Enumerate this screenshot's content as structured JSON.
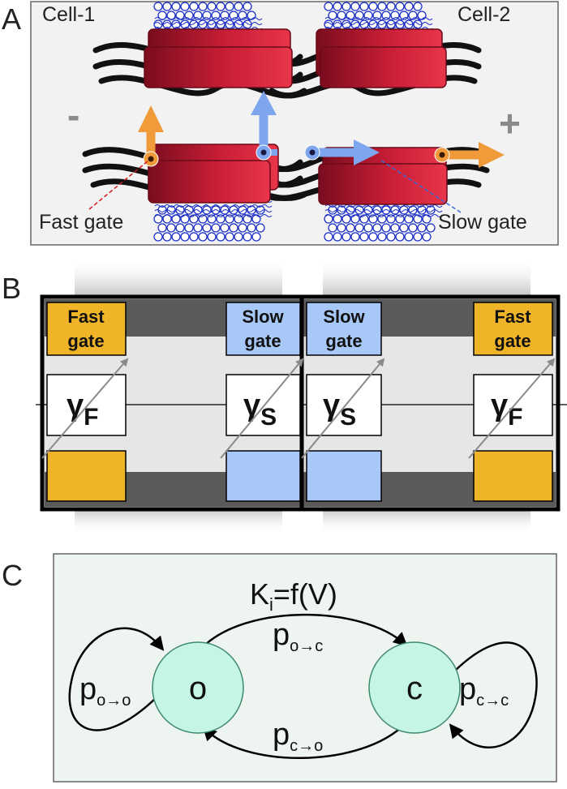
{
  "panel_a": {
    "letter": "A",
    "cell_left": "Cell-1",
    "cell_right": "Cell-2",
    "minus": "-",
    "plus": "+",
    "fast_gate": "Fast gate",
    "slow_gate": "Slow gate"
  },
  "panel_b": {
    "letter": "B",
    "gate_top": [
      "Fast",
      "Slow",
      "Slow",
      "Fast"
    ],
    "gate_bottom": [
      "gate",
      "gate",
      "gate",
      "gate"
    ],
    "gamma_main": [
      "γ",
      "γ",
      "γ",
      "γ"
    ],
    "gamma_sub": [
      "F",
      "S",
      "S",
      "F"
    ]
  },
  "panel_c": {
    "letter": "C",
    "top_label": "K",
    "top_label_sub": "i",
    "top_label_rest": "=f(V)",
    "state_open": "o",
    "state_closed": "c",
    "p_oc": {
      "main": "p",
      "sub": "o→c"
    },
    "p_co": {
      "main": "p",
      "sub": "c→o"
    },
    "p_oo": {
      "main": "p",
      "sub": "o→o"
    },
    "p_cc": {
      "main": "p",
      "sub": "c→c"
    }
  },
  "colors": {
    "fast_gate": "#f0b429",
    "slow_gate": "#a8c8f8",
    "orange_arrow": "#f09a3a",
    "blue_arrow": "#7ea6ee",
    "connexin": "#b0182c",
    "lipid": "#1a2ec8",
    "state_fill": "#c4f5e6",
    "panel_c_bg": "#eef5f1"
  }
}
